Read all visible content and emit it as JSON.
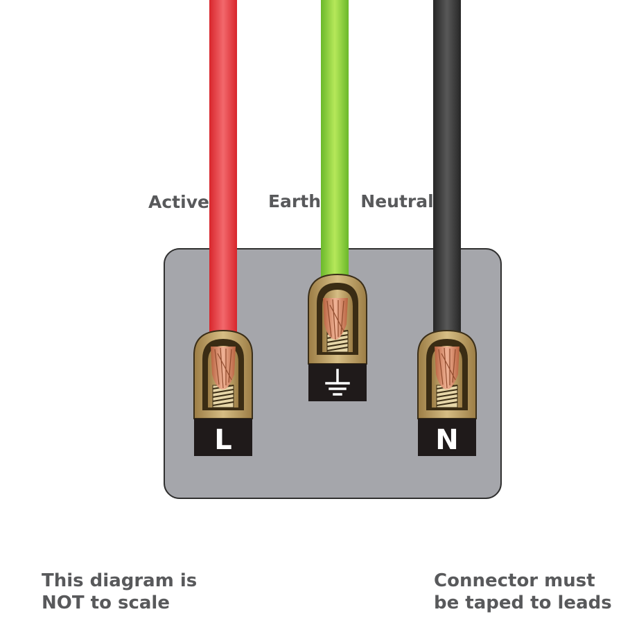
{
  "wires": {
    "active": {
      "label": "Active",
      "color": "#e8343a"
    },
    "earth": {
      "label": "Earth",
      "color": "#7ec832"
    },
    "neutral": {
      "label": "Neutral",
      "color": "#3a3a3a"
    }
  },
  "terminals": {
    "live": {
      "label": "L"
    },
    "earth": {
      "symbol": "earth-ground-icon"
    },
    "neutral": {
      "label": "N"
    }
  },
  "colors": {
    "plate": "#a5a6ab",
    "plate_border": "#2f2f2f",
    "brass": "#b79a5e",
    "copper": "#d48a6a",
    "label_text": "#58595b"
  },
  "notes": {
    "scale_line1": "This diagram is",
    "scale_line2": "NOT to scale",
    "tape_line1": "Connector must",
    "tape_line2": "be taped to leads"
  }
}
